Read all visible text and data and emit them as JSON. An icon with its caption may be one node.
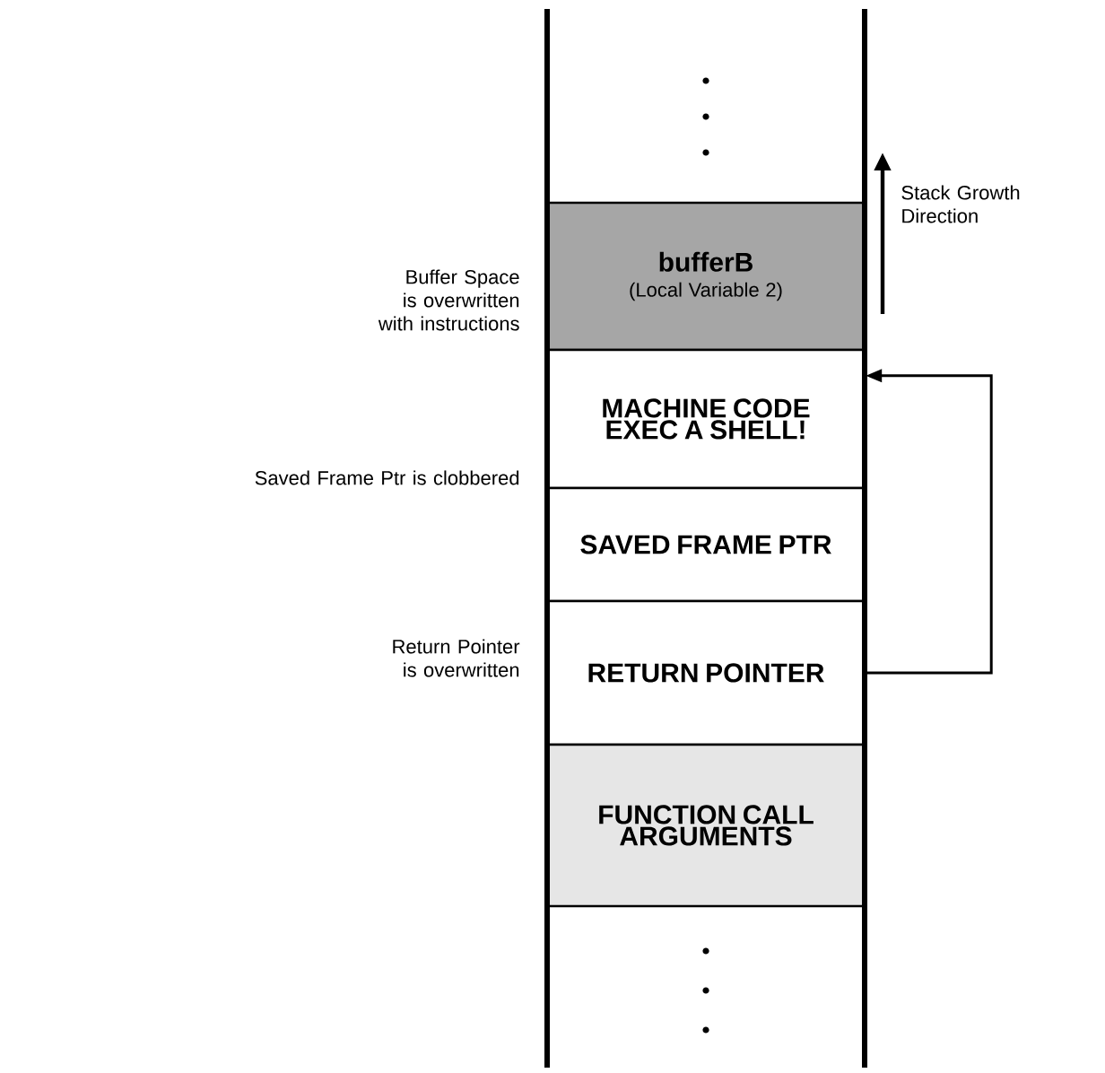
{
  "diagram": {
    "nodes": [
      {
        "text": [
          "bufferB",
          "(Local Variable 2)"
        ]
      },
      {
        "text": [
          "MACHINE CODE EXEC A SHELL!"
        ]
      },
      {
        "text": [
          "SAVED FRAME PTR"
        ]
      },
      {
        "text": [
          "RETURN POINTER"
        ]
      },
      {
        "text": [
          "FUNCTION CALL ARGUMENTS"
        ]
      }
    ],
    "edges": [
      {
        "from": 3,
        "to": 1,
        "arrow": "to"
      }
    ],
    "labels": [
      "Stack Growth Direction",
      "Buffer Space is overwritten with instructions",
      "Saved Frame Ptr is clobbered",
      "Return Pointer is overwritten"
    ]
  }
}
